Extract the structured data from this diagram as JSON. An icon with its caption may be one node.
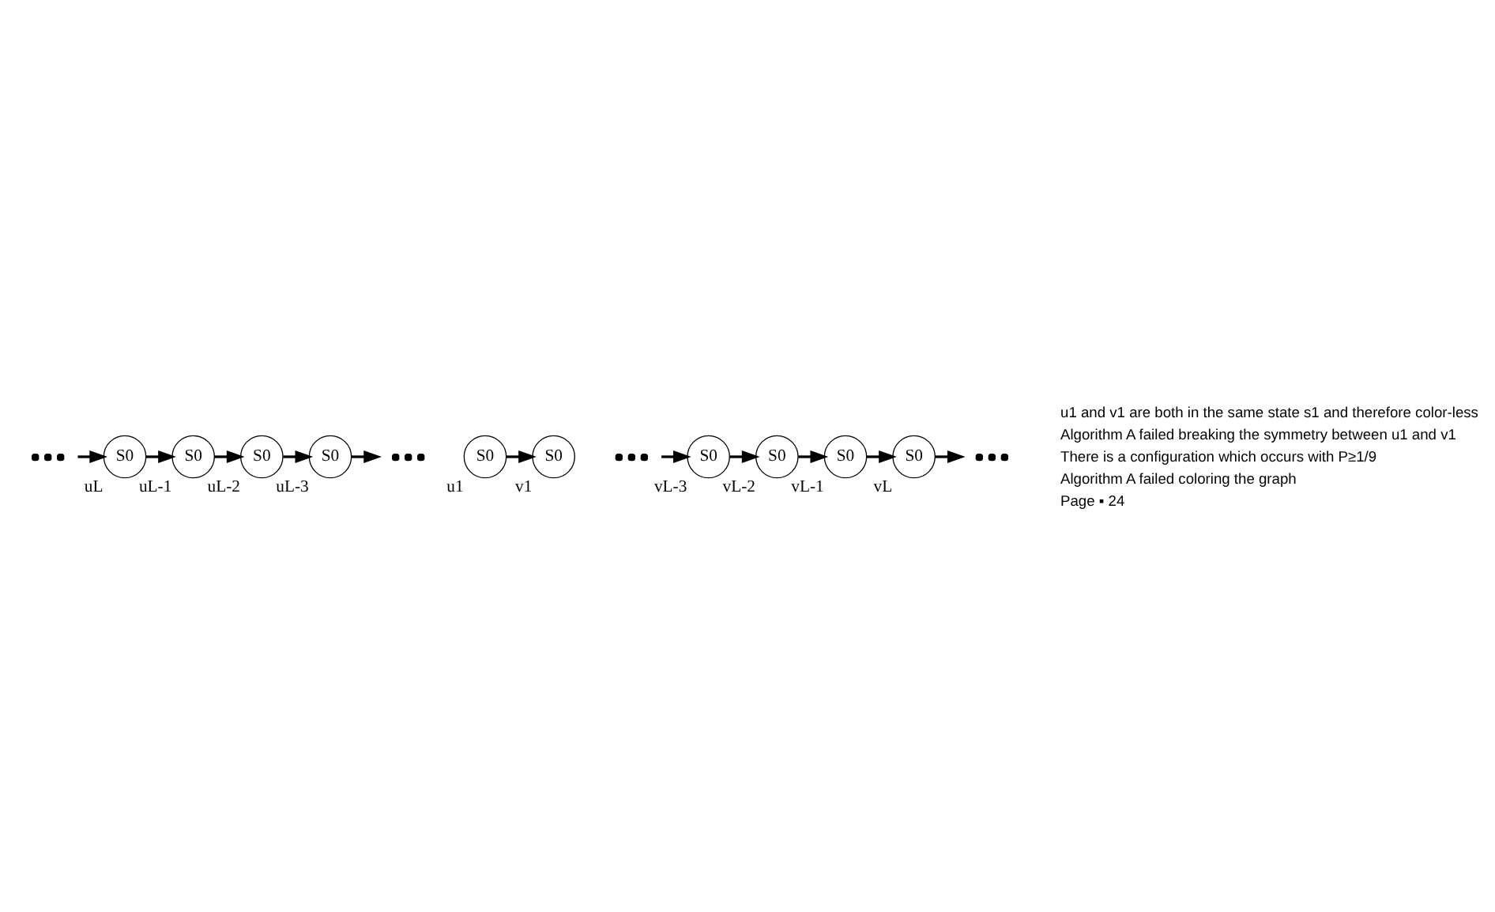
{
  "diagram": {
    "nodes": [
      {
        "text": [],
        "shape": "dots"
      },
      {
        "text": [
          "S0"
        ],
        "beside": [
          "uL"
        ]
      },
      {
        "text": [
          "S0"
        ],
        "beside": [
          "uL-1"
        ]
      },
      {
        "text": [
          "S0"
        ],
        "beside": [
          "uL-2"
        ]
      },
      {
        "text": [
          "S0"
        ],
        "beside": [
          "uL-3"
        ]
      },
      {
        "text": [],
        "shape": "dots"
      },
      {
        "text": [
          "S0"
        ],
        "beside": [
          "u1"
        ]
      },
      {
        "text": [
          "S0"
        ],
        "beside": [
          "v1"
        ]
      },
      {
        "text": [],
        "shape": "dots"
      },
      {
        "text": [
          "S0"
        ],
        "beside": [
          "vL-3"
        ]
      },
      {
        "text": [
          "S0"
        ],
        "beside": [
          "vL-2"
        ]
      },
      {
        "text": [
          "S0"
        ],
        "beside": [
          "vL-1"
        ]
      },
      {
        "text": [
          "S0"
        ],
        "beside": [
          "vL"
        ]
      },
      {
        "text": [],
        "shape": "dots"
      }
    ],
    "edges": [
      {
        "from": 0,
        "to": 1,
        "arrow": "to"
      },
      {
        "from": 1,
        "to": 2,
        "arrow": "to"
      },
      {
        "from": 2,
        "to": 3,
        "arrow": "to"
      },
      {
        "from": 3,
        "to": 4,
        "arrow": "to"
      },
      {
        "from": 4,
        "to": 5,
        "arrow": "to"
      },
      {
        "from": 6,
        "to": 7,
        "arrow": "to"
      },
      {
        "from": 8,
        "to": 9,
        "arrow": "to"
      },
      {
        "from": 9,
        "to": 10,
        "arrow": "to"
      },
      {
        "from": 10,
        "to": 11,
        "arrow": "to"
      },
      {
        "from": 11,
        "to": 12,
        "arrow": "to"
      },
      {
        "from": 12,
        "to": 13,
        "arrow": "to"
      }
    ],
    "labels": [
      "u1 and v1 are both in the same state s1 and therefore color-less",
      "Algorithm A failed breaking the symmetry between u1 and v1",
      "There is a configuration which occurs with P≥1/9",
      "Algorithm A failed coloring the graph",
      "Page ▪ 24"
    ]
  }
}
